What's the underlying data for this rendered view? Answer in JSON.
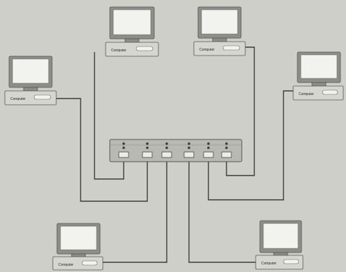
{
  "computer_label": "Computer",
  "colors": {
    "background": "#cfcfc9",
    "screen": "#f2f2ef",
    "monitor": "#8e8e89",
    "base": "#d6d6d0",
    "cable": "#3b3b3b",
    "hub": "#b9b9b4",
    "port": "#ecece7"
  },
  "computers": [
    {
      "id": "top-left",
      "hub_port": 1
    },
    {
      "id": "top-right",
      "hub_port": 6
    },
    {
      "id": "left",
      "hub_port": 2
    },
    {
      "id": "right",
      "hub_port": 5
    },
    {
      "id": "bottom-left",
      "hub_port": 3
    },
    {
      "id": "bottom-right",
      "hub_port": 4
    }
  ],
  "hub": {
    "port_count": 6
  }
}
